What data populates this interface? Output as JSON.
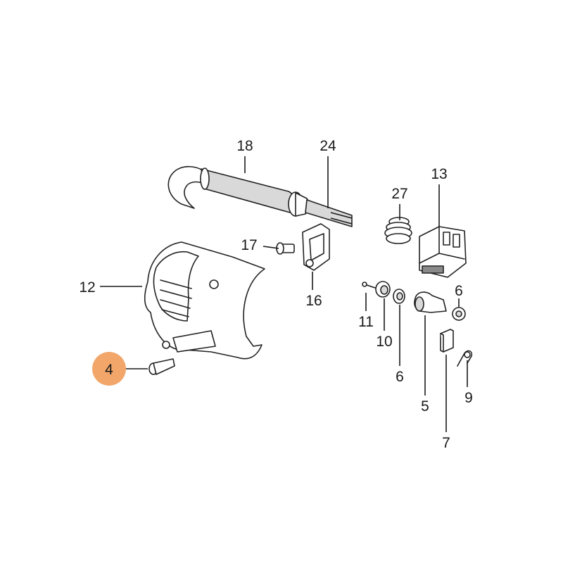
{
  "highlight_color": "#f2a66a",
  "callouts": {
    "c4": "4",
    "c5": "5",
    "c6a": "6",
    "c6b": "6",
    "c7": "7",
    "c9": "9",
    "c10": "10",
    "c11": "11",
    "c12": "12",
    "c13": "13",
    "c16": "16",
    "c17": "17",
    "c18": "18",
    "c24": "24",
    "c27": "27"
  },
  "highlighted_part": "4"
}
